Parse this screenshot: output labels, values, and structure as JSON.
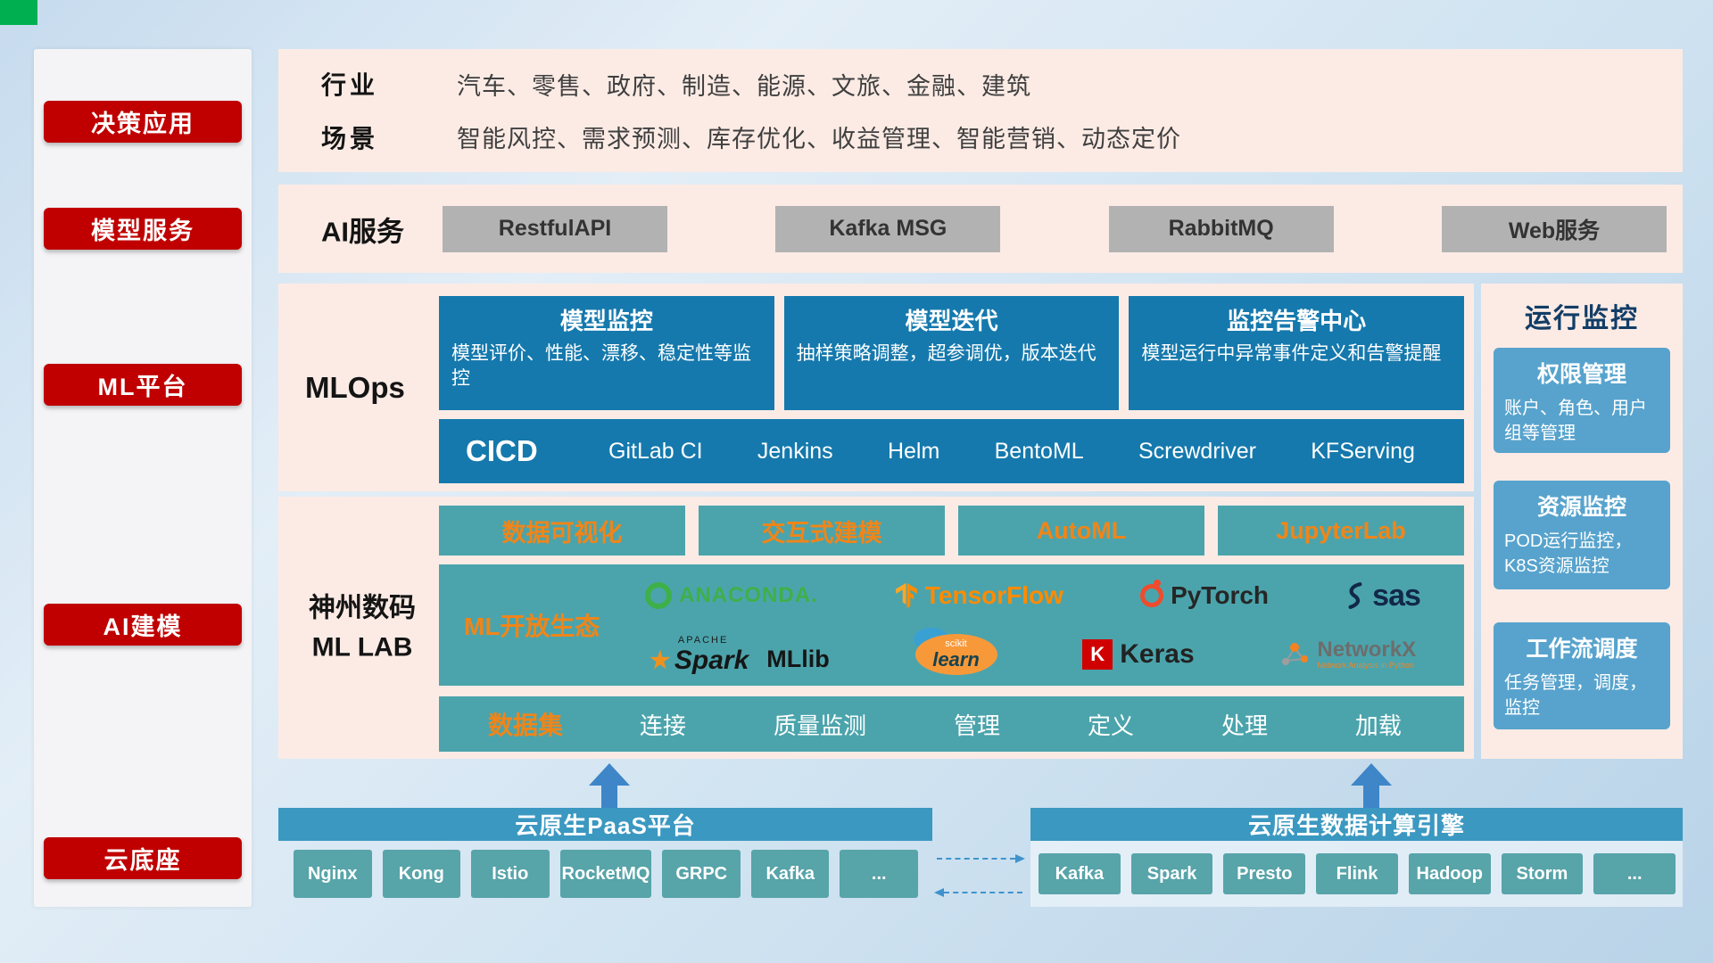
{
  "sidebar": {
    "items": [
      {
        "label": "决策应用"
      },
      {
        "label": "模型服务"
      },
      {
        "label": "ML平台"
      },
      {
        "label": "AI建模"
      },
      {
        "label": "云底座"
      }
    ]
  },
  "apps": {
    "rows": [
      {
        "label": "行业",
        "value": "汽车、零售、政府、制造、能源、文旅、金融、建筑"
      },
      {
        "label": "场景",
        "value": "智能风控、需求预测、库存优化、收益管理、智能营销、动态定价"
      }
    ]
  },
  "ai_service": {
    "label": "AI服务",
    "buttons": [
      {
        "label": "RestfulAPI"
      },
      {
        "label": "Kafka MSG"
      },
      {
        "label": "RabbitMQ"
      },
      {
        "label": "Web服务"
      }
    ]
  },
  "mlops": {
    "label": "MLOps",
    "cards": [
      {
        "title": "模型监控",
        "desc": "模型评价、性能、漂移、稳定性等监控"
      },
      {
        "title": "模型迭代",
        "desc": "抽样策略调整，超参调优，版本迭代"
      },
      {
        "title": "监控告警中心",
        "desc": "模型运行中异常事件定义和告警提醒"
      }
    ],
    "cicd": {
      "label": "CICD",
      "items": [
        {
          "label": "GitLab CI"
        },
        {
          "label": "Jenkins"
        },
        {
          "label": "Helm"
        },
        {
          "label": "BentoML"
        },
        {
          "label": "Screwdriver"
        },
        {
          "label": "KFServing"
        }
      ]
    }
  },
  "monitoring": {
    "title": "运行监控",
    "cards": [
      {
        "title": "权限管理",
        "desc": "账户、角色、用户组等管理"
      },
      {
        "title": "资源监控",
        "desc": "POD运行监控，K8S资源监控"
      },
      {
        "title": "工作流调度",
        "desc": "任务管理，调度，监控"
      }
    ]
  },
  "mllab": {
    "label_line1": "神州数码",
    "label_line2": "ML LAB",
    "tools": [
      {
        "label": "数据可视化"
      },
      {
        "label": "交互式建模"
      },
      {
        "label": "AutoML"
      },
      {
        "label": "JupyterLab"
      }
    ],
    "ecosystem": {
      "label": "ML开放生态",
      "logos": {
        "anaconda": "ANACONDA.",
        "tensorflow": "TensorFlow",
        "pytorch": "PyTorch",
        "sas": "sas",
        "spark_apache": "APACHE",
        "spark": "Spark",
        "mllib": "MLlib",
        "scikit_top": "scikit",
        "scikit": "learn",
        "keras_k": "K",
        "keras": "Keras",
        "networkx": "NetworkX",
        "networkx_sub": "Network Analysis in Python"
      }
    },
    "dataset": {
      "label": "数据集",
      "items": [
        {
          "label": "连接"
        },
        {
          "label": "质量监测"
        },
        {
          "label": "管理"
        },
        {
          "label": "定义"
        },
        {
          "label": "处理"
        },
        {
          "label": "加载"
        }
      ]
    }
  },
  "foundation": {
    "paas": {
      "title": "云原生PaaS平台",
      "items": [
        {
          "label": "Nginx"
        },
        {
          "label": "Kong"
        },
        {
          "label": "Istio"
        },
        {
          "label": "RocketMQ"
        },
        {
          "label": "GRPC"
        },
        {
          "label": "Kafka"
        },
        {
          "label": "..."
        }
      ]
    },
    "engine": {
      "title": "云原生数据计算引擎",
      "items": [
        {
          "label": "Kafka"
        },
        {
          "label": "Spark"
        },
        {
          "label": "Presto"
        },
        {
          "label": "Flink"
        },
        {
          "label": "Hadoop"
        },
        {
          "label": "Storm"
        },
        {
          "label": "..."
        }
      ]
    }
  },
  "colors": {
    "red": "#c00000",
    "pink_panel": "#fcebe5",
    "deep_blue": "#1579ad",
    "teal": "#4ba4ac",
    "orange": "#f08519",
    "monitor_blue": "#57a3cd",
    "bottom_header_blue": "#3b98c1",
    "bottom_button_teal": "#57a4a9",
    "gray_button": "#b2b2b2",
    "corner_green": "#00b050"
  }
}
